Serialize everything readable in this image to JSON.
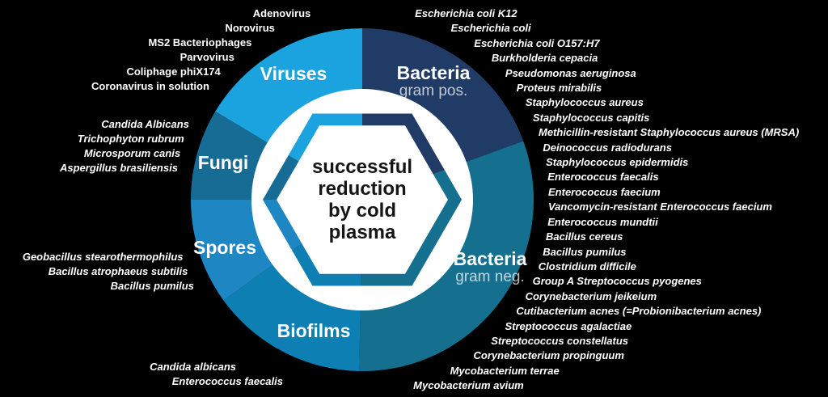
{
  "center": {
    "text": "successful\nreduction\nby cold\nplasma"
  },
  "segments": [
    {
      "id": "viruses",
      "label": "Viruses",
      "sublabel": "",
      "color": "#1AA3DE",
      "start_deg": 301,
      "end_deg": 360
    },
    {
      "id": "bacteria-gram-pos",
      "label": "Bacteria",
      "sublabel": "gram pos.",
      "color": "#203C66",
      "start_deg": 0,
      "end_deg": 70
    },
    {
      "id": "bacteria-gram-neg",
      "label": "Bacteria",
      "sublabel": "gram neg.",
      "color": "#15708F",
      "start_deg": 70,
      "end_deg": 181
    },
    {
      "id": "biofilms",
      "label": "Biofilms",
      "sublabel": "",
      "color": "#0E7FB3",
      "start_deg": 181,
      "end_deg": 234
    },
    {
      "id": "spores",
      "label": "Spores",
      "sublabel": "",
      "color": "#1E86C2",
      "start_deg": 234,
      "end_deg": 270
    },
    {
      "id": "fungi",
      "label": "Fungi",
      "sublabel": "",
      "color": "#166C95",
      "start_deg": 270,
      "end_deg": 301
    }
  ],
  "organism_groups": {
    "viruses": {
      "italic": false,
      "items": [
        "Adenovirus",
        "Norovirus",
        "MS2 Bacteriophages",
        "Parvovirus",
        "Coliphage phiX174",
        "Coronavirus in solution"
      ]
    },
    "fungi": {
      "italic": true,
      "items": [
        "Candida Albicans",
        "Trichophyton rubrum",
        "Microsporum canis",
        "Aspergillus brasiliensis"
      ]
    },
    "spores": {
      "italic": true,
      "items": [
        "Geobacillus stearothermophilus",
        "Bacillus atrophaeus subtilis",
        "Bacillus pumilus"
      ]
    },
    "biofilms": {
      "italic": true,
      "items": [
        "Candida albicans",
        "Enterococcus faecalis"
      ]
    },
    "bacteria": {
      "italic": true,
      "items": [
        "Escherichia coli K12",
        "Escherichia coli",
        "Escherichia coli O157:H7",
        "Burkholderia cepacia",
        "Pseudomonas aeruginosa",
        "Proteus mirabilis",
        "Staphylococcus aureus",
        "Staphylococcus capitis",
        "Methicillin-resistant Staphylococcus aureus (MRSA)",
        "Deinococcus radiodurans",
        "Staphylococcus epidermidis",
        "Enterococcus faecalis",
        "Enterococcus faecium",
        "Vancomycin-resistant Enterococcus faecium",
        "Enterococcus mundtii",
        "Bacillus cereus",
        "Bacillus pumilus",
        "Clostridium difficile",
        "Group A Streptococcus pyogenes",
        "Corynebacterium jeikeium",
        "Cutibacterium acnes (=Probionibacterium acnes)",
        "Streptococcus agalactiae",
        "Streptococcus constellatus",
        "Corynebacterium propinguum",
        "Mycobacterium terrae",
        "Mycobacterium avium"
      ]
    }
  },
  "palette": {
    "background": "#000000",
    "ring_white": "#FFFFFF",
    "center_text": "#151515",
    "label_text": "#FFFFFF"
  }
}
